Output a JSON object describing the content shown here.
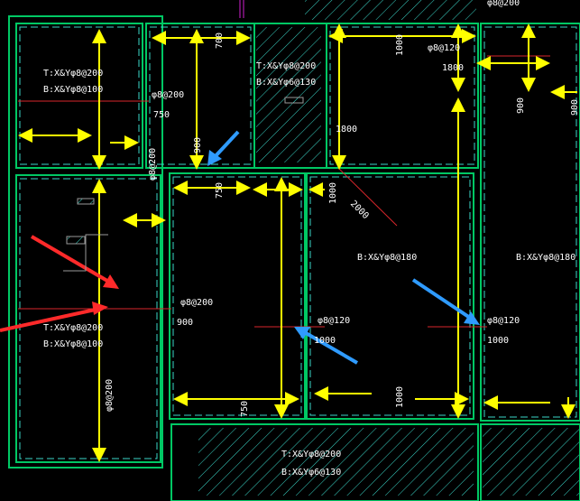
{
  "canvas": {
    "background": "#000000"
  },
  "colors": {
    "wall": "#00c864",
    "dash": "#3ad6c8",
    "rebar": "#ffff00",
    "red_line": "#d8262b",
    "dim_text": "#ffffff",
    "arrow_red": "#ff2a2a",
    "arrow_blue": "#2f9bff",
    "magenta": "#d020d0"
  },
  "slab_labels": {
    "left_top_t": "T:X&Yφ8@200",
    "left_top_b": "B:X&Yφ8@100",
    "mid_top_t": "T:X&Yφ8@200",
    "mid_top_b": "B:X&Yφ6@130",
    "left_bottom_t": "T:X&Yφ8@200",
    "left_bottom_b": "B:X&Yφ8@100",
    "center_b": "B:X&Yφ8@180",
    "right_b": "B:X&Yφ8@180",
    "bottom_t": "T:X&Yφ8@200",
    "bottom_b": "B:X&Yφ6@130"
  },
  "rebar_labels": {
    "r1": "φ8@120",
    "r2": "φ8@120",
    "r3": "φ8@120",
    "r4": "φ8@200",
    "r5": "φ8@200",
    "r6": "φ8@200",
    "r7": "φ8@200",
    "r8": "φ8@200"
  },
  "dimensions": {
    "d700": "700",
    "d1000a": "1000",
    "d1800a": "1800",
    "d750a": "750",
    "d900a": "900",
    "d1800b": "1800",
    "d750b": "750",
    "d1000b": "1000",
    "d2000": "2000",
    "d900b": "900",
    "d1000c": "1000",
    "d1000d": "1000",
    "d750c": "750",
    "d1000e": "1000",
    "d900c": "900",
    "d900d": "900"
  }
}
